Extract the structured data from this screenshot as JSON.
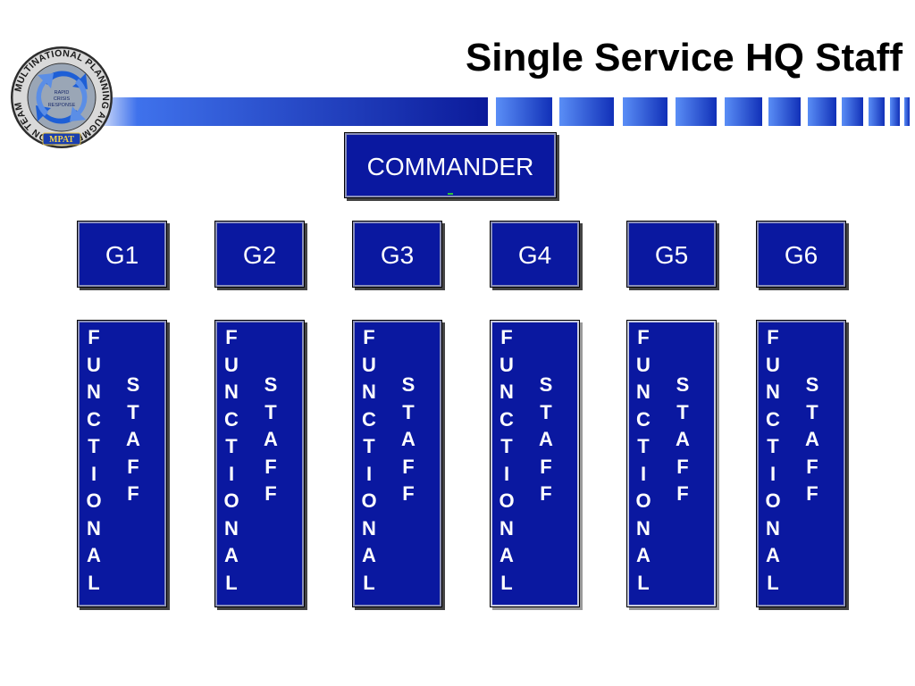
{
  "slide": {
    "title": "Single Service HQ Staff",
    "logo": {
      "ring_text_top": "MULTINATIONAL PLANNING AUGMENTATION TEAM",
      "center_text": [
        "RAPID",
        "CRISIS",
        "RESPONSE"
      ],
      "badge": "MPAT"
    }
  },
  "colors": {
    "box_fill": "#0a18a0",
    "box_text": "#ffffff",
    "bar_dark": "#0b1a9a",
    "bar_light": "#4a7ef2",
    "accent_mark": "#2ec43a"
  },
  "org": {
    "commander": "COMMANDER",
    "staff_sections": [
      "G1",
      "G2",
      "G3",
      "G4",
      "G5",
      "G6"
    ],
    "column_labels": {
      "functional": [
        "F",
        "U",
        "N",
        "C",
        "T",
        "I",
        "O",
        "N",
        "A",
        "L"
      ],
      "staff": [
        "S",
        "T",
        "A",
        "F",
        "F"
      ]
    }
  }
}
